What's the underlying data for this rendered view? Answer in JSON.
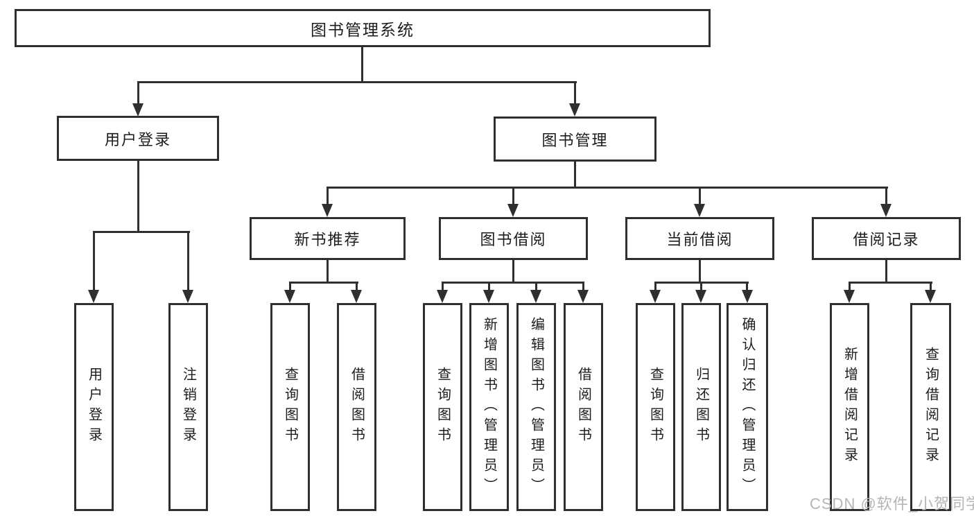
{
  "diagram": {
    "title_node": {
      "label": "图书管理系统"
    },
    "level2": [
      {
        "label": "用户登录"
      },
      {
        "label": "图书管理"
      }
    ],
    "level3": [
      {
        "label": "新书推荐"
      },
      {
        "label": "图书借阅"
      },
      {
        "label": "当前借阅"
      },
      {
        "label": "借阅记录"
      }
    ],
    "leaves": {
      "user_login": [
        "用户登录",
        "注销登录"
      ],
      "new_books": [
        "查询图书",
        "借阅图书"
      ],
      "borrow": [
        "查询图书",
        "新增图书（管理员）",
        "编辑图书（管理员）",
        "借阅图书"
      ],
      "current": [
        "查询图书",
        "归还图书",
        "确认归还（管理员）"
      ],
      "records": [
        "新增借阅记录",
        "查询借阅记录"
      ]
    }
  },
  "watermark": "CSDN @软件_小贺同学",
  "colors": {
    "line": "#2f2f2f",
    "text": "#1c1c1c",
    "watermark": "#b5b5b5",
    "background": "#ffffff"
  }
}
